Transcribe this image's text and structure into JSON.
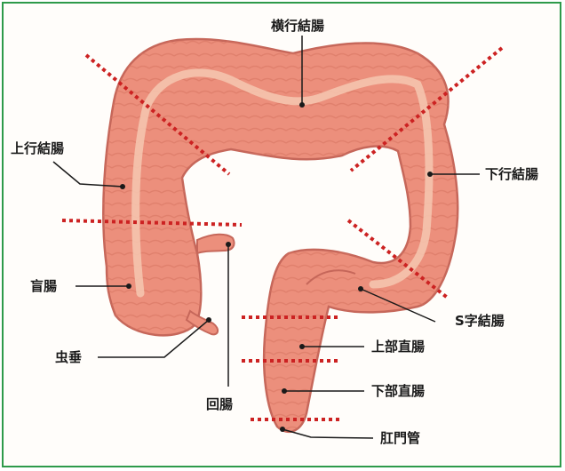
{
  "labels": {
    "transverse": "横行結腸",
    "ascending": "上行結腸",
    "descending": "下行結腸",
    "cecum": "盲腸",
    "sigmoid": "S字結腸",
    "upper_rectum": "上部直腸",
    "appendix": "虫垂",
    "lower_rectum": "下部直腸",
    "ileum": "回腸",
    "anus": "肛門管"
  },
  "colors": {
    "colon_fill": "#ec8f7c",
    "colon_stroke": "#c6675a",
    "highlight": "#f6c8b2",
    "divider": "#cc2222",
    "frame": "#2e9a4a",
    "leader": "#1a1a1a"
  }
}
